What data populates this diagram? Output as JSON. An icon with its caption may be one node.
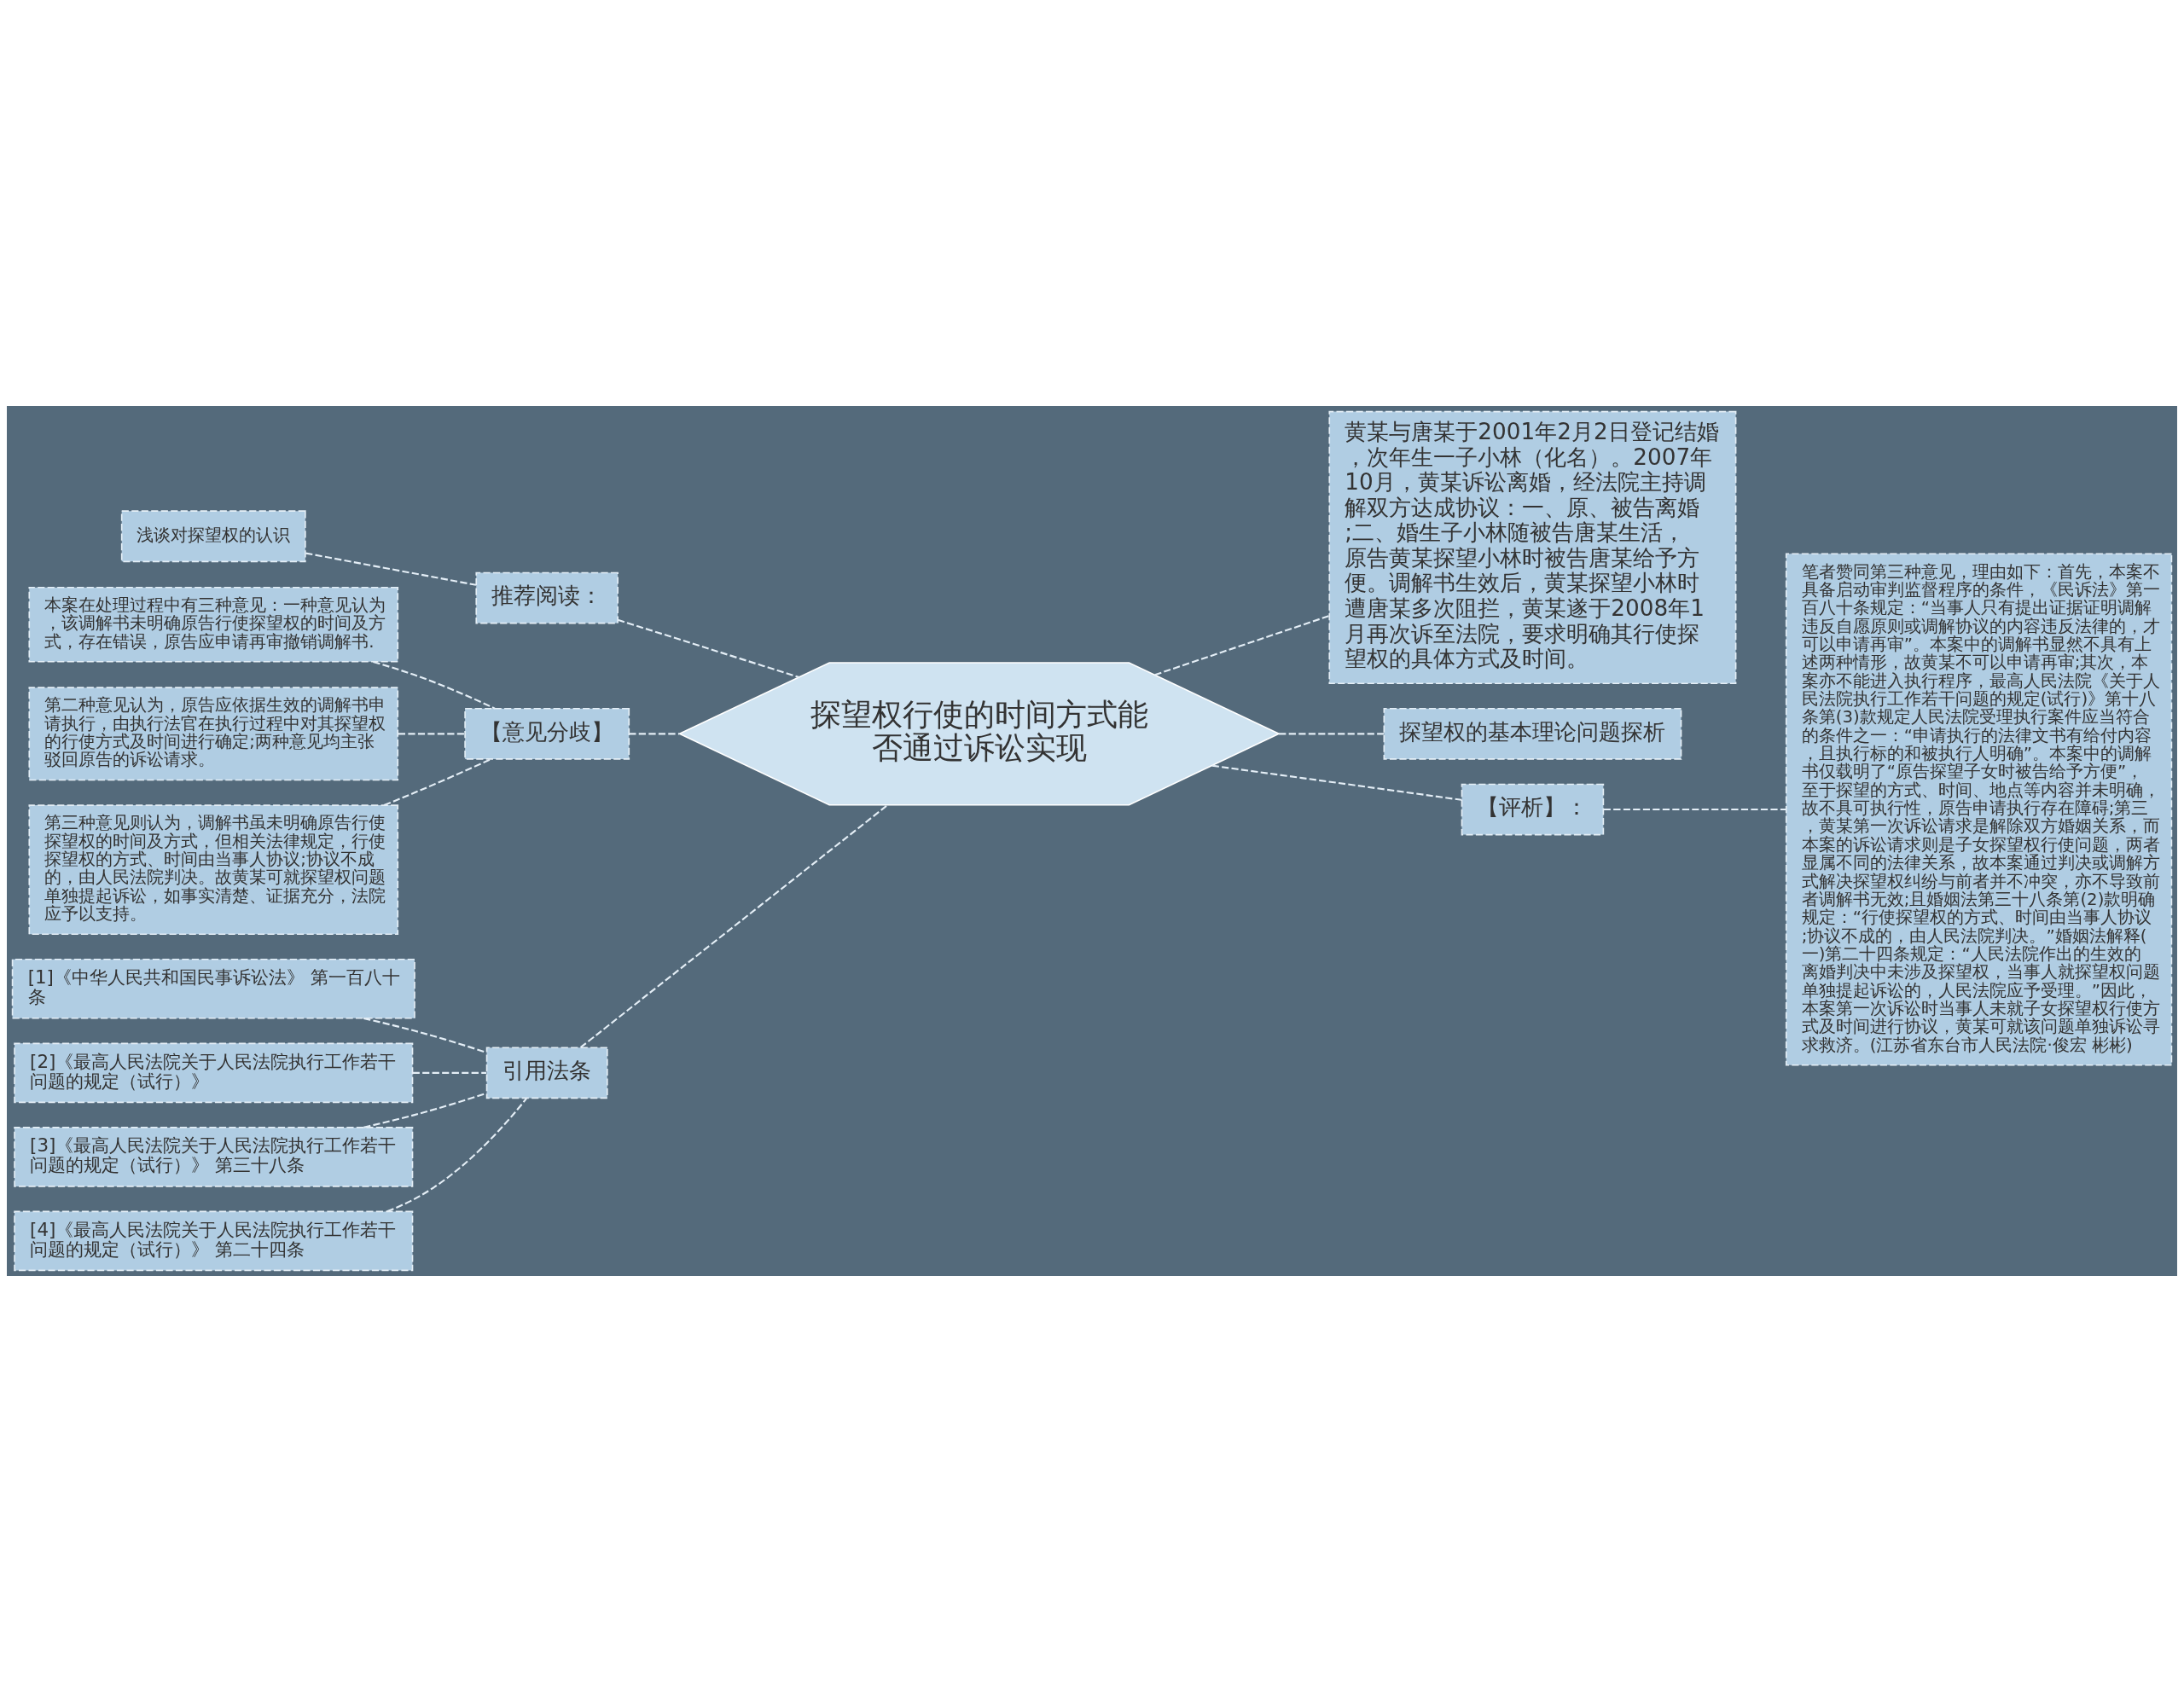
{
  "diagram": {
    "nodes": [
      {
        "text": [
          "探望权行使的时间方式能否通过诉讼实现"
        ]
      },
      {
        "text": [
          "推荐阅读："
        ]
      },
      {
        "text": [
          "浅谈对探望权的认识"
        ]
      },
      {
        "text": [
          "【意见分歧】"
        ]
      },
      {
        "text": [
          "本案在处理过程中有三种意见：一种意见认为，该调解书未明确原告行使探望权的时间及方式，存在错误，原告应申请再审撤销调解书."
        ]
      },
      {
        "text": [
          "第二种意见认为，原告应依据生效的调解书申请执行，由执行法官在执行过程中对其探望权的行使方式及时间进行确定;两种意见均主张驳回原告的诉讼请求。"
        ]
      },
      {
        "text": [
          "第三种意见则认为，调解书虽未明确原告行使探望权的时间及方式，但相关法律规定，行使探望权的方式、时间由当事人协议;协议不成的，由人民法院判决。故黄某可就探望权问题单独提起诉讼，如事实清楚、证据充分，法院应予以支持。"
        ]
      },
      {
        "text": [
          "引用法条"
        ]
      },
      {
        "text": [
          "[1]《中华人民共和国民事诉讼法》 第一百八十条"
        ]
      },
      {
        "text": [
          "[2]《最高人民法院关于人民法院执行工作若干问题的规定（试行）》"
        ]
      },
      {
        "text": [
          "[3]《最高人民法院关于人民法院执行工作若干问题的规定（试行）》 第三十八条"
        ]
      },
      {
        "text": [
          "[4]《最高人民法院关于人民法院执行工作若干问题的规定（试行）》 第二十四条"
        ]
      },
      {
        "text": [
          "黄某与唐某于2001年2月2日登记结婚，次年生一子小林（化名）。2007年10月，黄某诉讼离婚，经法院主持调解双方达成协议：一、原、被告离婚;二、婚生子小林随被告唐某生活，原告黄某探望小林时被告唐某给予方便。调解书生效后，黄某探望小林时遭唐某多次阻拦，黄某遂于2008年1月再次诉至法院，要求明确其行使探望权的具体方式及时间。"
        ]
      },
      {
        "text": [
          "探望权的基本理论问题探析"
        ]
      },
      {
        "text": [
          "【评析】："
        ]
      },
      {
        "text": [
          "笔者赞同第三种意见，理由如下：首先，本案不具备启动审判监督程序的条件，《民诉法》第一百八十条规定：“当事人只有提出证据证明调解违反自愿原则或调解协议的内容违反法律的，才可以申请再审”。本案中的调解书显然不具有上述两种情形，故黄某不可以申请再审;其次，本案亦不能进入执行程序，最高人民法院《关于人民法院执行工作若干问题的规定(试行)》第十八条第(3)款规定人民法院受理执行案件应当符合的条件之一：“申请执行的法律文书有给付内容，且执行标的和被执行人明确”。本案中的调解书仅载明了“原告探望子女时被告给予方便”，至于探望的方式、时间、地点等内容并未明确，故不具可执行性，原告申请执行存在障碍;第三，黄某第一次诉讼请求是解除双方婚姻关系，而本案的诉讼请求则是子女探望权行使问题，两者显属不同的法律关系，故本案通过判决或调解方式解决探望权纠纷与前者并不冲突，亦不导致前者调解书无效;且婚姻法第三十八条第(2)款明确规定：“行使探望权的方式、时间由当事人协议;协议不成的，由人民法院判决。”婚姻法解释(一)第二十四条规定：“人民法院作出的生效的离婚判决中未涉及探望权，当事人就探望权问题单独提起诉讼的，人民法院应予受理。”因此，本案第一次诉讼时当事人未就子女探望权行使方式及时间进行协议，黄某可就该问题单独诉讼寻求救济。(江苏省东台市人民法院·俊宏 彬彬)"
        ]
      }
    ],
    "edges": [
      {
        "from": 1,
        "to": 0,
        "arrow": "none",
        "style": "dashed"
      },
      {
        "from": 2,
        "to": 1,
        "arrow": "none",
        "style": "dashed"
      },
      {
        "from": 3,
        "to": 0,
        "arrow": "none",
        "style": "dashed"
      },
      {
        "from": 4,
        "to": 3,
        "arrow": "none",
        "style": "dashed"
      },
      {
        "from": 5,
        "to": 3,
        "arrow": "none",
        "style": "dashed"
      },
      {
        "from": 6,
        "to": 3,
        "arrow": "none",
        "style": "dashed"
      },
      {
        "from": 7,
        "to": 0,
        "arrow": "none",
        "style": "dashed"
      },
      {
        "from": 8,
        "to": 7,
        "arrow": "none",
        "style": "dashed"
      },
      {
        "from": 9,
        "to": 7,
        "arrow": "none",
        "style": "dashed"
      },
      {
        "from": 10,
        "to": 7,
        "arrow": "none",
        "style": "dashed"
      },
      {
        "from": 11,
        "to": 7,
        "arrow": "none",
        "style": "dashed"
      },
      {
        "from": 0,
        "to": 12,
        "arrow": "none",
        "style": "dashed"
      },
      {
        "from": 0,
        "to": 13,
        "arrow": "none",
        "style": "dashed"
      },
      {
        "from": 0,
        "to": 14,
        "arrow": "none",
        "style": "dashed"
      },
      {
        "from": 14,
        "to": 15,
        "arrow": "none",
        "style": "dashed"
      }
    ]
  }
}
